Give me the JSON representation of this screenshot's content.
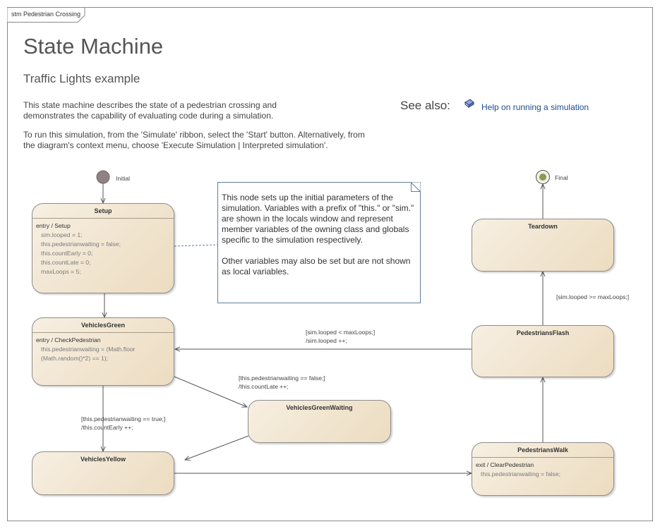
{
  "frame": {
    "tab_label": "stm Pedestrian Crossing"
  },
  "header": {
    "title": "State Machine",
    "subtitle": "Traffic Lights example",
    "description_1": "This state machine describes the state of a pedestrian crossing and demonstrates the capability of evaluating code during a simulation.",
    "description_2": "To run this simulation, from the 'Simulate' ribbon, select the 'Start' button. Alternatively, from the diagram's context menu, choose 'Execute Simulation | Interpreted simulation'.",
    "see_also": "See also:",
    "help_link": "Help on running a simulation",
    "help_icon": "book-icon"
  },
  "pseudostates": {
    "initial_label": "Initial",
    "final_label": "Final"
  },
  "states": {
    "setup": {
      "name": "Setup",
      "entry": "entry / Setup",
      "code": [
        "sim.looped = 1;",
        "this.pedestrianwaiting = false;",
        "this.countEarly = 0;",
        "this.countLate = 0;",
        "maxLoops = 5;"
      ]
    },
    "vehicles_green": {
      "name": "VehiclesGreen",
      "entry": "entry / CheckPedestrian",
      "code": [
        "this.pedestrianwaiting = (Math.floor",
        "(Math.random()*2) == 1);"
      ]
    },
    "vehicles_green_waiting": {
      "name": "VehiclesGreenWaiting"
    },
    "vehicles_yellow": {
      "name": "VehiclesYellow"
    },
    "pedestrians_walk": {
      "name": "PedestriansWalk",
      "exit": "exit / ClearPedestrian",
      "code": [
        "this.pedestrianwaiting = false;"
      ]
    },
    "pedestrians_flash": {
      "name": "PedestriansFlash"
    },
    "teardown": {
      "name": "Teardown"
    }
  },
  "note": {
    "paragraph_1": "This node sets up the initial parameters of the simulation. Variables with a prefix of \"this.\" or \"sim.\" are shown in the locals window and represent member variables of the owning class and globals specific to the simulation respectively.",
    "paragraph_2": "Other variables may also be set but are not shown as local variables."
  },
  "transitions": {
    "flash_to_green": "[sim.looped < maxLoops;]\n/sim.looped ++;",
    "flash_to_teardown": "[sim.looped >= maxLoops;]",
    "green_to_waiting": "[this.pedestrianwaiting == false;]\n/this.countLate ++;",
    "green_to_yellow": "[this.pedestrianwaiting == true;]\n/this.countEarly ++;"
  }
}
